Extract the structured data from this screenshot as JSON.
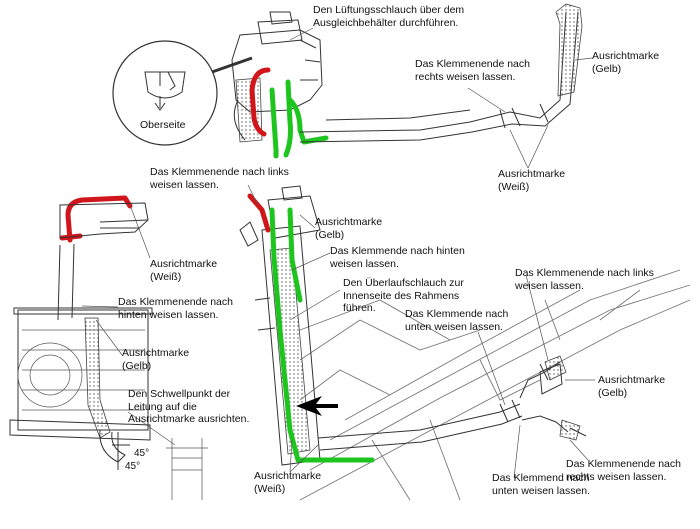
{
  "labels": {
    "top_hose_routing": "Den Lüftungsschlauch über dem\nAusgleichbehälter durchführen.",
    "top_detail_caption": "Oberseite",
    "top_clamp_right": "Das Klemmenende nach\nrechts weisen lassen.",
    "top_mark_yellow": "Ausrichtmarke\n(Gelb)",
    "top_mark_white": "Ausrichtmarke\n(Weiß)",
    "mid_clamp_left": "Das Klemmenende nach links\nweisen lassen.",
    "mid_mark_yellow": "Ausrichtmarke\n(Gelb)",
    "mid_clamp_back": "Das Klemmende nach hinten\nweisen lassen.",
    "mid_overflow_hose": "Den Überlaufschlauch zur\nInnenseite des Rahmens\nführen.",
    "mid_clamp_down": "Das Klemmende nach\nunten weisen lassen.",
    "right_clamp_left": "Das Klemmenende nach links\nweisen lassen.",
    "right_mark_yellow": "Ausrichtmarke\n(Gelb)",
    "right_clamp_right": "Das Klemmenende nach\nrechts weisen lassen.",
    "bottom_clamp_down": "Das Klemmend nach\nunten weisen lassen.",
    "bottom_mark_white": "Ausrichtmarke\n(Weiß)",
    "left_mark_white": "Ausrichtmarke\n(Weiß)",
    "left_clamp_back": "Das Klemmenende nach\nhinten weisen lassen.",
    "left_mark_yellow": "Ausrichtmarke\n(Gelb)",
    "left_weld_point": "Den Schwellpunkt der\nLeitung auf die\nAusrichtmarke ausrichten.",
    "angle_a": "45°",
    "angle_b": "45°"
  },
  "colors": {
    "upper_hose": "#d0161b",
    "lower_hose": "#1ec51e",
    "arrow": "#000000"
  }
}
